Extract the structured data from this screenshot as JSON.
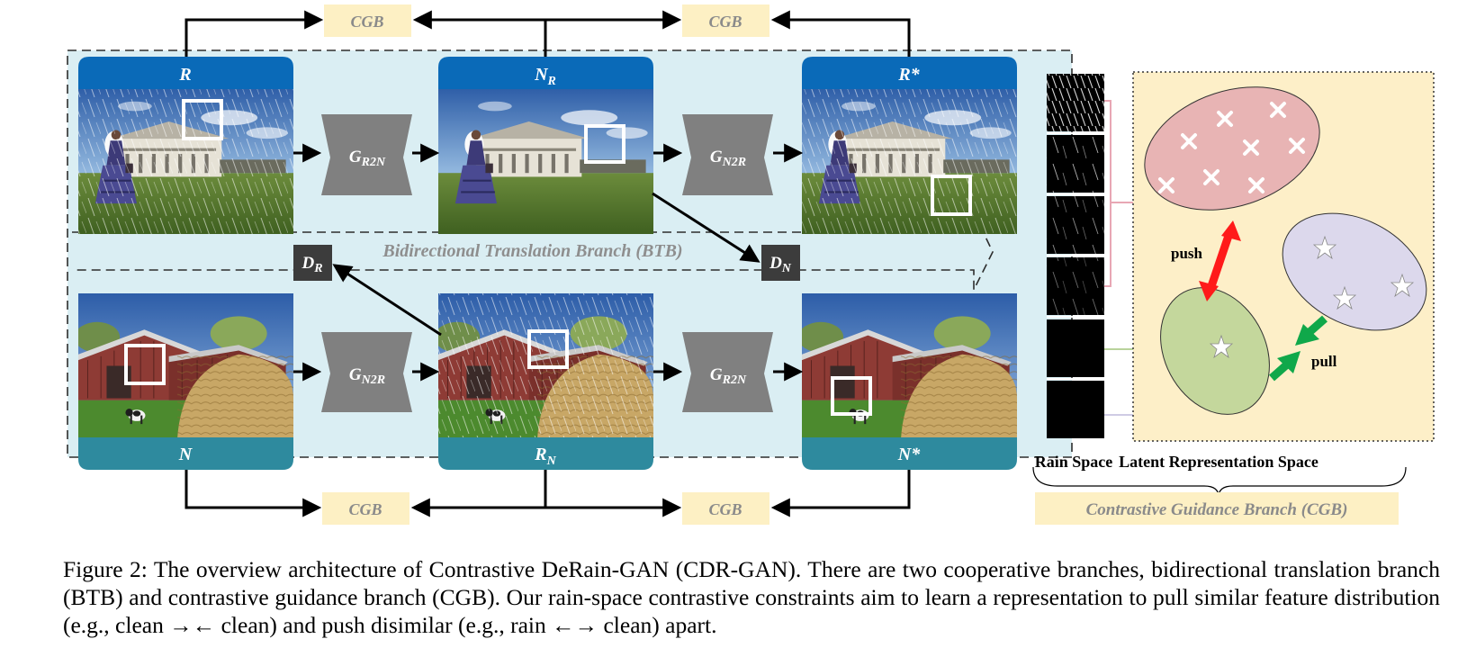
{
  "figure": {
    "images": {
      "r": {
        "label": "R"
      },
      "nr": {
        "label": "N",
        "label_sub": "R"
      },
      "rstar": {
        "label": "R*"
      },
      "n": {
        "label": "N"
      },
      "rn": {
        "label": "R",
        "label_sub": "N"
      },
      "nstar": {
        "label": "N*"
      }
    },
    "generators": {
      "top_left": {
        "label": "G",
        "label_sub": "R2N"
      },
      "top_right": {
        "label": "G",
        "label_sub": "N2R"
      },
      "bottom_left": {
        "label": "G",
        "label_sub": "N2R"
      },
      "bottom_right": {
        "label": "G",
        "label_sub": "R2N"
      }
    },
    "discriminators": {
      "dr": {
        "label": "D",
        "label_sub": "R"
      },
      "dn": {
        "label": "D",
        "label_sub": "N"
      }
    },
    "cgb_boxes": {
      "top_left": "CGB",
      "top_right": "CGB",
      "bottom_left": "CGB",
      "bottom_right": "CGB"
    },
    "btb_label": "Bidirectional Translation Branch (BTB)",
    "rain_space_label": "Rain Space",
    "latent_space_label": "Latent Representation Space",
    "cgb_branch_label": "Contrastive Guidance Branch (CGB)",
    "push_label": "push",
    "pull_label": "pull",
    "colors": {
      "blue_header": "#0a6ab8",
      "teal_footer": "#2e8a9e",
      "panel_bg": "#daeef3",
      "cgb_fill": "#fdf0c4",
      "latent_bg": "#fdefc8",
      "red_ellipse": "#e8b4b4",
      "purple_ellipse": "#dcd8ec",
      "green_ellipse": "#c4d79c",
      "push_arrow": "#ff1a1a",
      "pull_arrow": "#10a84a",
      "generator": "#808080",
      "discriminator": "#3c3c3c"
    }
  },
  "caption": {
    "text": "Figure 2: The overview architecture of Contrastive DeRain-GAN (CDR-GAN). There are two cooperative branches, bidirectional translation branch (BTB) and contrastive guidance branch (CGB). Our rain-space contrastive constraints aim to learn a representation to pull similar feature distribution (e.g., clean →← clean) and push disimilar (e.g., rain ←→ clean) apart."
  }
}
